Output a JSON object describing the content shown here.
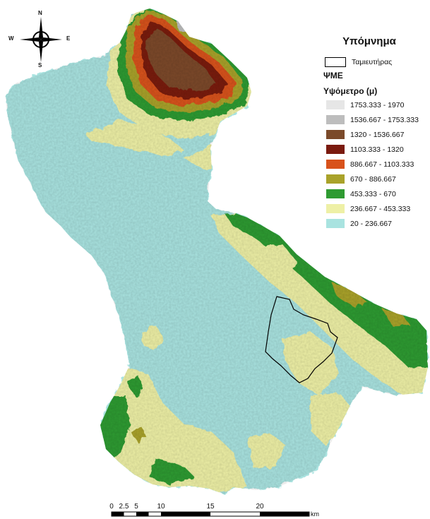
{
  "compass": {
    "north": "N",
    "south": "S",
    "east": "E",
    "west": "W",
    "icon": "compass-rose-icon"
  },
  "legend": {
    "title": "Υπόμνημα",
    "reservoir_label": "Ταμιευτήρας",
    "dem_heading": "ΨΜΕ",
    "elevation_heading": "Υψόμετρο (μ)",
    "classes": [
      {
        "label": "1753.333 - 1970",
        "color": "#e6e6e6"
      },
      {
        "label": "1536.667 - 1753.333",
        "color": "#bdbdbd"
      },
      {
        "label": "1320 - 1536.667",
        "color": "#7b4a2a"
      },
      {
        "label": "1103.333 - 1320",
        "color": "#7a1a0e"
      },
      {
        "label": "886.667 - 1103.333",
        "color": "#d8521b"
      },
      {
        "label": "670 - 886.667",
        "color": "#a9a22a"
      },
      {
        "label": "453.333 - 670",
        "color": "#2f9b32"
      },
      {
        "label": "236.667 - 453.333",
        "color": "#eef0a6"
      },
      {
        "label": "20 - 236.667",
        "color": "#a9e3e0"
      }
    ]
  },
  "scale": {
    "ticks": [
      "0",
      "2.5",
      "5",
      "10",
      "15",
      "20"
    ],
    "unit": "km"
  }
}
